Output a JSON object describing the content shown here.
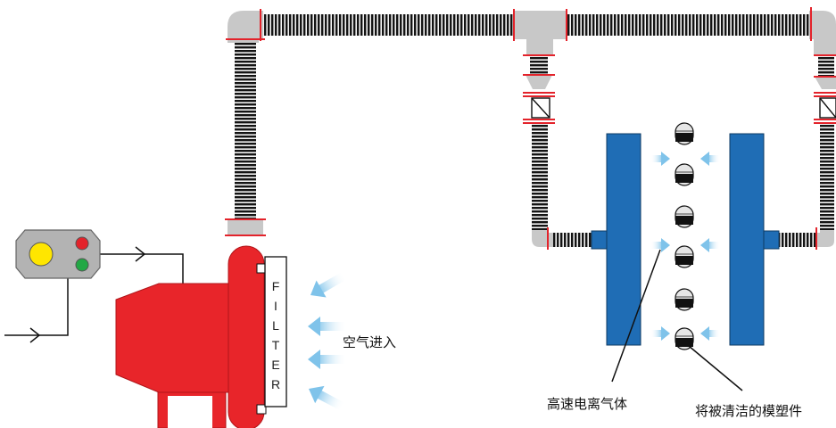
{
  "labels": {
    "air_intake": "空气进入",
    "ionized_gas": "高速电离气体",
    "parts_to_clean": "将被清洁的模塑件"
  },
  "filter": {
    "letters": [
      "F",
      "I",
      "L",
      "T",
      "E",
      "R"
    ]
  },
  "colors": {
    "blower_red": "#e8252a",
    "electrode_blue": "#1f6db5",
    "hose_dark": "#1a1a1a",
    "connector_gray": "#c8c8c8",
    "control_box_gray": "#b3b3b3",
    "airflow_blue": "#8cc8ec",
    "indicator_yellow": "#ffe600",
    "indicator_red": "#e3232b",
    "indicator_green": "#22a845"
  },
  "icons": {
    "control_box": "control-box-icon",
    "blower": "blower-icon",
    "airflow": "airflow-arrow-icon",
    "part": "molded-part-icon"
  }
}
